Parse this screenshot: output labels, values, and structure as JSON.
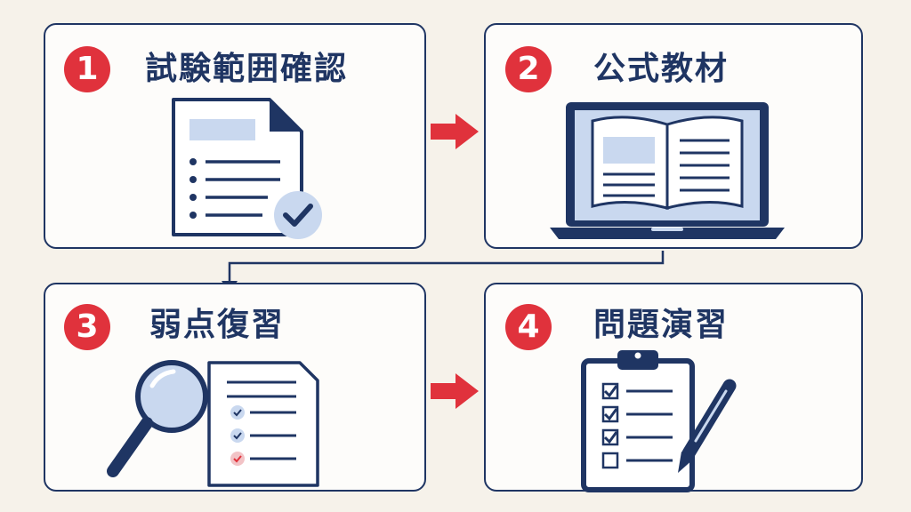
{
  "colors": {
    "background": "#f6f2ea",
    "card_border": "#1f3563",
    "badge": "#e0323c",
    "accent_light": "#c9d8ef",
    "arrow": "#e0323c"
  },
  "steps": [
    {
      "number": "1",
      "title": "試験範囲確認",
      "icon": "document-check-icon"
    },
    {
      "number": "2",
      "title": "公式教材",
      "icon": "laptop-book-icon"
    },
    {
      "number": "3",
      "title": "弱点復習",
      "icon": "magnifier-checklist-icon"
    },
    {
      "number": "4",
      "title": "問題演習",
      "icon": "clipboard-pen-icon"
    }
  ]
}
